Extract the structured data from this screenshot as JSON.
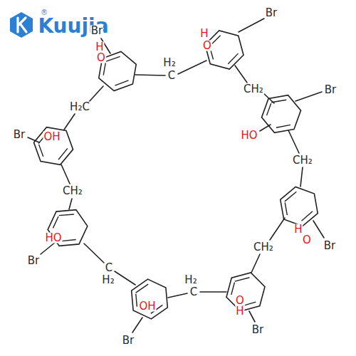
{
  "diagram": {
    "labels": [
      "Kuujia",
      "®",
      "Br",
      "H",
      "O",
      "H₂",
      "C",
      "Br",
      "H",
      "O",
      "CH₂",
      "H₂C",
      "Br",
      "HO",
      "Br",
      "OH",
      "CH₂",
      "CH₂",
      "H",
      "O",
      "Br",
      "HO",
      "Br",
      "CH₂",
      "C",
      "H₂",
      "OH",
      "H₂",
      "C",
      "O",
      "H",
      "Br",
      "Br"
    ]
  }
}
